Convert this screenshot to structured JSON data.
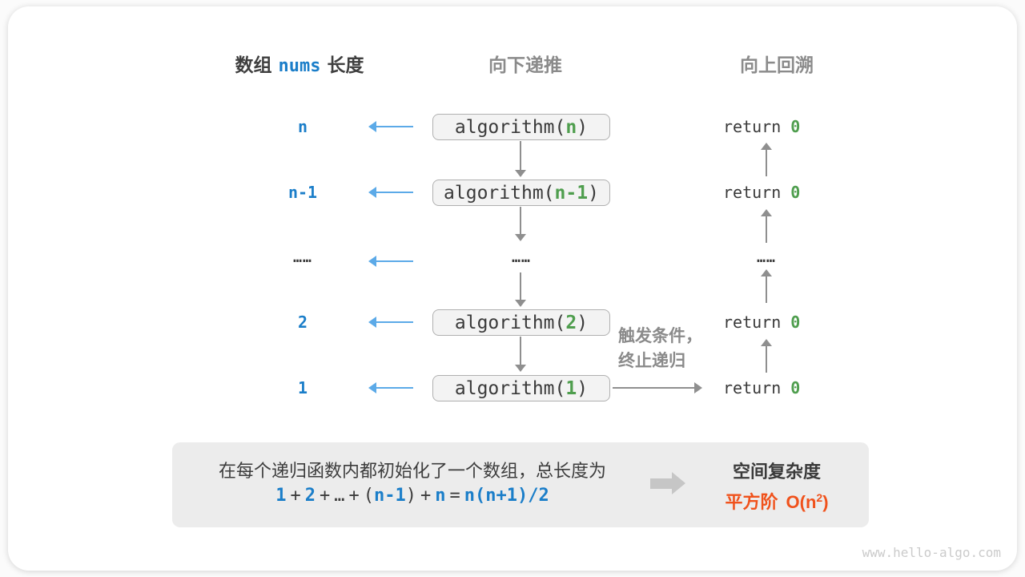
{
  "colors": {
    "blue": "#1b7ec9",
    "light_blue_arrow": "#5caae8",
    "green": "#4f9e4e",
    "orange": "#f0521c",
    "gray_text": "#8b8b8b",
    "gray_arrow": "#8f8f8f",
    "dark_text": "#3a3a3a",
    "box_fill": "#f3f3f3",
    "box_border": "#b0b0b0",
    "panel_fill": "#ececec"
  },
  "headers": {
    "array_prefix": "数组",
    "array_code": "nums",
    "array_suffix": "长度",
    "down": "向下递推",
    "up": "向上回溯"
  },
  "code": {
    "call_open": "algorithm(",
    "call_close": ")",
    "return_kw": "return",
    "return_val": "0"
  },
  "rows": [
    {
      "label": "n",
      "arg": "n"
    },
    {
      "label": "n-1",
      "arg": "n-1"
    },
    {
      "label": "……",
      "middle_dots": "……",
      "right_dots": "……"
    },
    {
      "label": "2",
      "arg": "2"
    },
    {
      "label": "1",
      "arg": "1"
    }
  ],
  "annotation": {
    "line1": "触发条件，",
    "line2": "终止递归"
  },
  "summary": {
    "line1": "在每个递归函数内都初始化了一个数组，总长度为",
    "formula": {
      "t1": "1",
      "plus1": "+",
      "t2": "2",
      "plus2": "+",
      "dots": "…",
      "plus3": "+",
      "lparen": "(",
      "t3": "n-1",
      "rparen": ")",
      "plus4": "+",
      "t4": "n",
      "eq": "=",
      "t5": "n(n+1)/2"
    },
    "result_title": "空间复杂度",
    "result_prefix": "平方阶",
    "result_big_o": "O(n",
    "result_exp": "2",
    "result_close": ")"
  },
  "watermark": "www.hello-algo.com"
}
